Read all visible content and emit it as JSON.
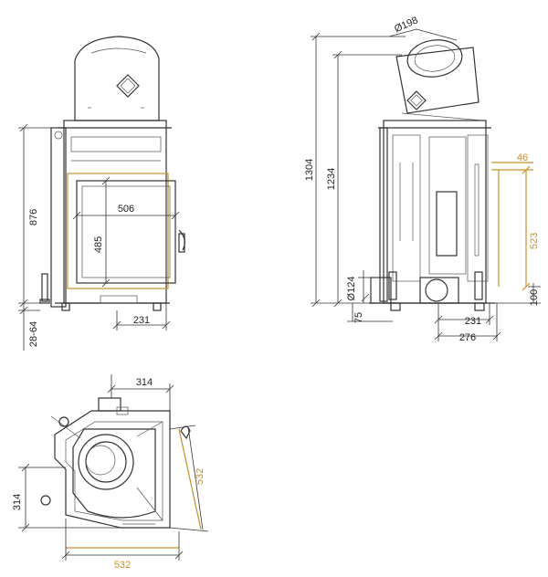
{
  "colors": {
    "line": "#333333",
    "accent": "#c8902a",
    "background": "#ffffff"
  },
  "front_view": {
    "height_876": "876",
    "height_28_64": "28-64",
    "width_506": "506",
    "height_485": "485",
    "width_231": "231"
  },
  "side_view": {
    "diameter_198": "Ø198",
    "height_1304": "1304",
    "height_1234": "1234",
    "dim_46": "46",
    "dim_523": "523",
    "dim_100": "100",
    "diameter_124": "Ø124",
    "height_75": "75",
    "width_231": "231",
    "width_276": "276"
  },
  "plan_view": {
    "width_314_top": "314",
    "height_314_left": "314",
    "diag_532": "532",
    "width_532_bottom": "532"
  }
}
